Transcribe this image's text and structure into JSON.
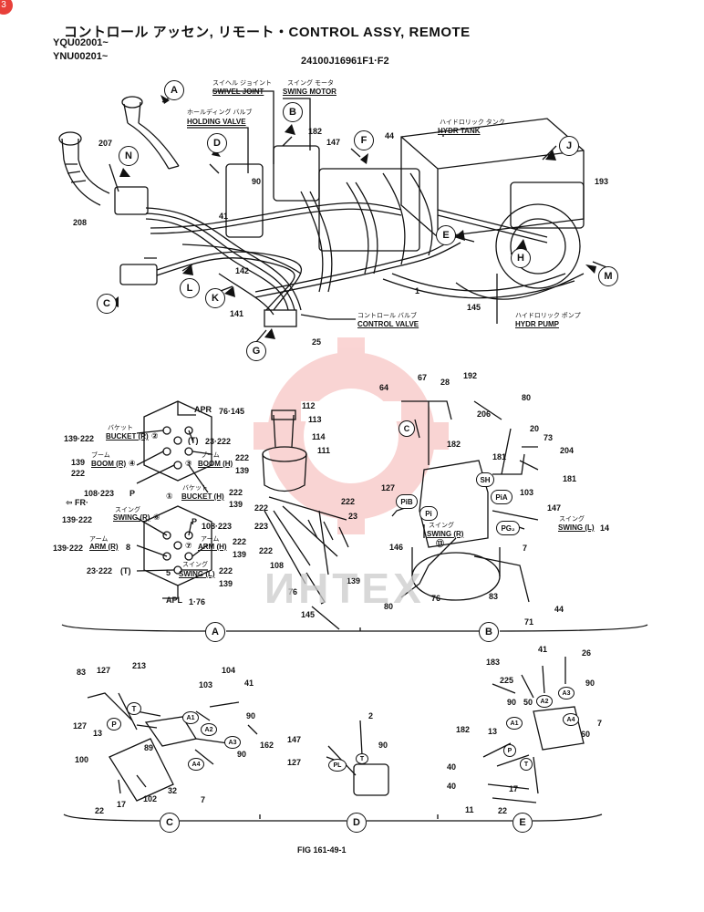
{
  "header": {
    "title": "コントロール アッセン, リモート・CONTROL ASSY, REMOTE",
    "serial_1": "YQU02001~",
    "serial_2": "YNU00201~",
    "part_no": "24100J16961F1·F2",
    "badge": "3"
  },
  "main_labels": {
    "swivel_jp": "スイヘル ジョイント",
    "swivel_en": "SWIVEL JOINT",
    "swing_motor_jp": "スイング モータ",
    "swing_motor_en": "SWING MOTOR",
    "holding_jp": "ホールディング バルブ",
    "holding_en": "HOLDING VALVE",
    "tank_jp": "ハイドロリック タンク",
    "tank_en": "HYDR TANK",
    "cv_jp": "コントロール バルブ",
    "cv_en": "CONTROL VALVE",
    "pump_jp": "ハイドロリック ポンプ",
    "pump_en": "HYDR PUMP"
  },
  "main_views": [
    "A",
    "B",
    "D",
    "F",
    "J",
    "N",
    "E",
    "H",
    "M",
    "C",
    "L",
    "K",
    "G"
  ],
  "main_parts": {
    "p207": "207",
    "p208": "208",
    "p90": "90",
    "p41": "41",
    "p182": "182",
    "p147": "147",
    "p44": "44",
    "p193": "193",
    "p142": "142",
    "p141": "141",
    "p1": "1",
    "p145": "145",
    "p25": "25"
  },
  "view_a": {
    "apr": "APR",
    "apr_ref": "76·145",
    "apl": "APL",
    "apl_ref": "1·76",
    "bucket_r_jp": "バケット",
    "bucket_r": "BUCKET (R)",
    "bucket_r_no": "②",
    "bucket_r_ref": "139·222",
    "t_top": "(T)",
    "t_top_ref": "23·222",
    "boom_r_jp": "ブーム",
    "boom_r": "BOOM (R)",
    "boom_r_no": "④",
    "boom_r_ref1": "139",
    "boom_r_ref2": "222",
    "boom_h_jp": "ブーム",
    "boom_h_no": "③",
    "boom_h": "BOOM (H)",
    "boom_h_ref1": "222",
    "boom_h_ref2": "139",
    "p_ref": "108·223",
    "p_lbl": "P",
    "bucket_h_jp": "バケット",
    "bucket_h_no": "①",
    "bucket_h": "BUCKET (H)",
    "bucket_h_ref1": "222",
    "bucket_h_ref2": "139",
    "fr": "FR·",
    "swing_r_jp": "スイング",
    "swing_r": "SWING (R)",
    "swing_r_no": "⑥",
    "swing_r_ref": "139·222",
    "p2_lbl": "P",
    "p2_ref": "108·223",
    "arm_r_jp": "アーム",
    "arm_r": "ARM (R)",
    "arm_r_no": "8",
    "arm_r_ref": "139·222",
    "arm_h_jp": "アーム",
    "arm_h_no": "⑦",
    "arm_h": "ARM (H)",
    "arm_h_ref1": "222",
    "arm_h_ref2": "139",
    "t_bot_ref": "23·222",
    "t_bot": "(T)",
    "swing_l_jp": "スイング",
    "swing_l_no": "5",
    "swing_l": "SWING (L)",
    "swing_l_ref1": "222",
    "swing_l_ref2": "139",
    "parts": {
      "p112": "112",
      "p113": "113",
      "p114": "114",
      "p111": "111",
      "p222a": "222",
      "p223": "223",
      "p222b": "222",
      "p222c": "222",
      "p23": "23",
      "p108": "108",
      "p139": "139",
      "p76": "76",
      "p145": "145"
    },
    "caption": "A"
  },
  "view_b": {
    "parts": {
      "p64": "64",
      "p67": "67",
      "p28": "28",
      "p192": "192",
      "p80": "80",
      "p206": "206",
      "p20": "20",
      "p73": "73",
      "p182": "182",
      "p181a": "181",
      "p204": "204",
      "p181b": "181",
      "p127": "127",
      "p103": "103",
      "p147": "147",
      "p146": "146",
      "p7": "7",
      "p80b": "80",
      "p76": "76",
      "p83": "83",
      "p71": "71",
      "p44": "44",
      "p14": "14"
    },
    "c_lbl": "C",
    "sh": "SH",
    "pib": "PiB",
    "pi": "Pi",
    "pia": "PiA",
    "pg2": "PG₂",
    "swing_r_jp": "スイング",
    "swing_r": "SWING (R)",
    "swing_l_jp": "スイング",
    "swing_l": "SWING (L)",
    "n13": "⑬",
    "caption": "B"
  },
  "view_c": {
    "parts": {
      "p83": "83",
      "p127": "127",
      "p213": "213",
      "p104": "104",
      "p103": "103",
      "p41": "41",
      "p90": "90",
      "p127b": "127",
      "p13": "13",
      "p162": "162",
      "p89": "89",
      "p90b": "90",
      "p100": "100",
      "p22": "22",
      "p17": "17",
      "p102": "102",
      "p32": "32",
      "p7": "7"
    },
    "ports": {
      "t": "T",
      "p": "P",
      "a1": "A1",
      "a2": "A2",
      "a3": "A3",
      "a4": "A4"
    },
    "caption": "C"
  },
  "view_d": {
    "parts": {
      "p2": "2",
      "p147": "147",
      "p90": "90",
      "p127": "127"
    },
    "ports": {
      "pl": "PL",
      "t": "T"
    },
    "caption": "D"
  },
  "view_e": {
    "parts": {
      "p41": "41",
      "p26": "26",
      "p183": "183",
      "p225": "225",
      "p90a": "90",
      "p90b": "90",
      "p50": "50",
      "p7": "7",
      "p182": "182",
      "p13": "13",
      "p60": "60",
      "p40a": "40",
      "p40b": "40",
      "p17": "17",
      "p11": "11",
      "p22": "22"
    },
    "ports": {
      "a1": "A1",
      "a2": "A2",
      "a3": "A3",
      "a4": "A4",
      "p": "P",
      "t": "T"
    },
    "caption": "E"
  },
  "footer": {
    "fig": "FIG 161-49-1"
  },
  "watermark": {
    "text": "ИНТЕХ",
    "color": "#e8403a"
  }
}
